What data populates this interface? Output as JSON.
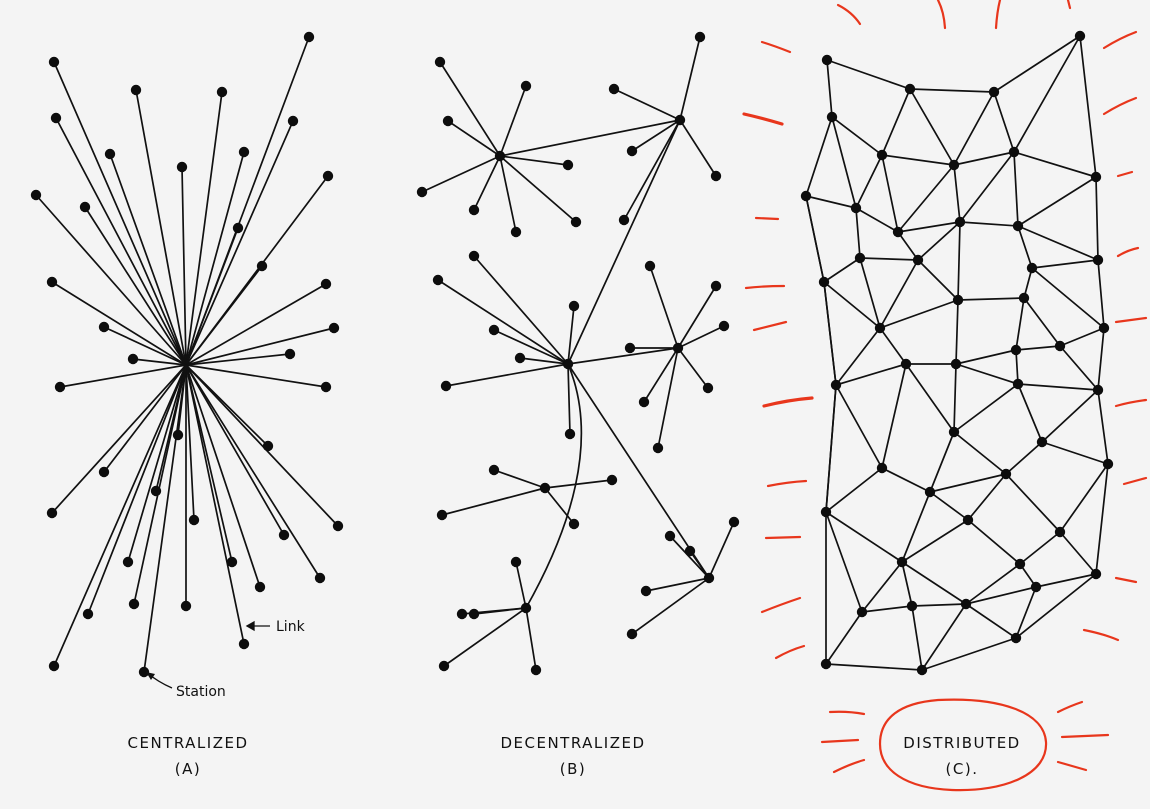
{
  "panels": [
    {
      "id": "centralized",
      "title": "CENTRALIZED",
      "letter": "(A)"
    },
    {
      "id": "decentralized",
      "title": "DECENTRALIZED",
      "letter": "(B)"
    },
    {
      "id": "distributed",
      "title": "DISTRIBUTED",
      "letter": "(C)."
    }
  ],
  "annotations": {
    "link": "Link",
    "station": "Station"
  },
  "colors": {
    "ink": "#111111",
    "highlight": "#e8361c",
    "paper": "#f4f4f4"
  }
}
